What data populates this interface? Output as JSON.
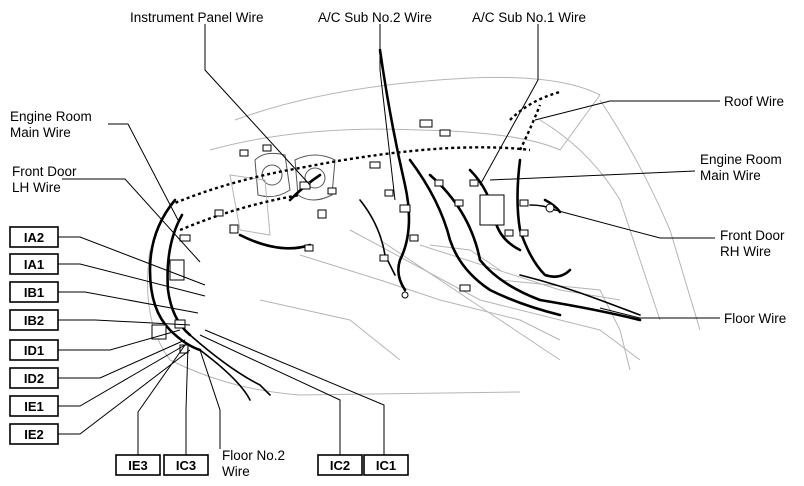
{
  "labels": {
    "instrument_panel_wire": "Instrument Panel Wire",
    "ac_sub_no2_wire": "A/C Sub No.2 Wire",
    "ac_sub_no1_wire": "A/C Sub No.1 Wire",
    "roof_wire": "Roof Wire",
    "engine_room_main_wire_left": [
      "Engine Room",
      "Main Wire"
    ],
    "front_door_lh_wire": [
      "Front Door",
      "LH Wire"
    ],
    "engine_room_main_wire_right": [
      "Engine Room",
      "Main Wire"
    ],
    "front_door_rh_wire": [
      "Front Door",
      "RH Wire"
    ],
    "floor_wire": "Floor Wire",
    "floor_no2_wire": [
      "Floor No.2",
      "Wire"
    ]
  },
  "connectors_left": [
    "IA2",
    "IA1",
    "IB1",
    "IB2",
    "ID1",
    "ID2",
    "IE1",
    "IE2"
  ],
  "connectors_bottom": [
    "IE3",
    "IC3",
    "IC2",
    "IC1"
  ]
}
